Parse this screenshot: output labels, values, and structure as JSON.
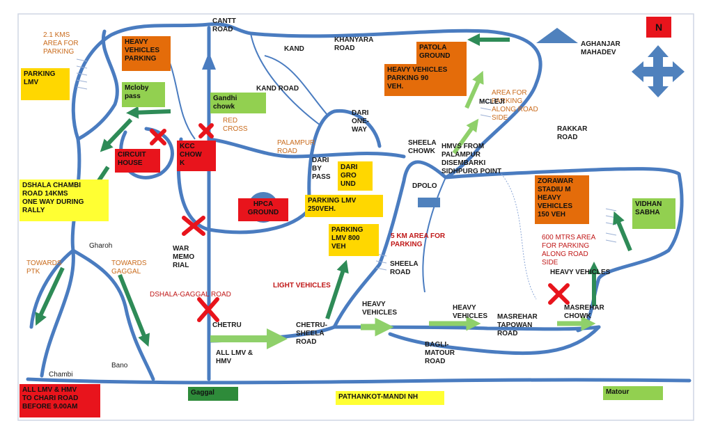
{
  "compass": {
    "north_label": "N"
  },
  "labels": {
    "cantt_road": "CANTT\nROAD",
    "kms_area": "2.1 KMS\nAREA FOR\nPARKING",
    "khanyara_road": "KHANYARA\nROAD",
    "kand": "KAND",
    "kand_road": "KAND ROAD",
    "aghanjar": "AGHANJAR\nMAHADEV",
    "red_cross": "RED\nCROSS",
    "palampur_road": "PALAMPUR\nROAD",
    "dari_one_way": "DARI\nONE-\nWAY",
    "sheela_chowk": "SHEELA\nCHOWK",
    "area_parking_road": "AREA FOR\nPARKING\nALONG ROAD\nSIDE",
    "mcleji": "MCLEJI",
    "rakkar_road": "RAKKAR\nROAD",
    "hmvs_from": "HMVS FROM\nPALAMPUR\nDISEMBARKI\nSIDHPURG POINT",
    "dari_bypass": "DARI\nBY\nPASS",
    "dpolo": "DPOLO",
    "five_km": "5 KM AREA FOR\nPARKING",
    "sheela_road": "SHEELA\nROAD",
    "six_hundred": "600 MTRS AREA\nFOR PARKING\nALONG ROAD\nSIDE",
    "heavy_vehicles_r": "HEAVY VEHICLES",
    "gharoh": "Gharoh",
    "war_memorial": "WAR\nMEMO\nRIAL",
    "towards_ptk": "TOWARDS\nPTK",
    "towards_gaggal": "TOWARDS\nGAGGAL",
    "dshala_gaggal": "DSHALA-GAGGAL ROAD",
    "light_vehicles": "LIGHT VEHICLES",
    "chetru": "CHETRU",
    "chetru_sheela": "CHETRU-\nSHEELA\nROAD",
    "heavy_vehicles_1": "HEAVY\nVEHICLES",
    "heavy_vehicles_2": "HEAVY\nVEHICLES",
    "masrehar_tapowan": "MASREHAR\nTAPOWAN\nROAD",
    "masrehar_chowk": "MASREHAR\nCHOWK",
    "all_lmv_hmv": "ALL LMV &\nHMV",
    "bagli_matour": "BAGLI-\nMATOUR\nROAD",
    "chambi": "Chambi",
    "bano": "Bano"
  },
  "boxes": {
    "heavy_parking": "HEAVY\nVEHICLES\nPARKING",
    "parking_lmv": "PARKING\nLMV",
    "mcloby_pass": "Mcloby\npass",
    "gandhi_chowk": "Gandhi\nchowk",
    "patola_ground": "PATOLA\nGROUND",
    "heavy_parking_90": "HEAVY VEHICLES\nPARKING 90\nVEH.",
    "circuit_house": "CIRCUIT\nHOUSE",
    "kcc_chowk": "KCC\nCHOW\nK",
    "dari_ground": "DARI\nGRO\nUND",
    "parking_lmv_250": "PARKING LMV\n250VEH.",
    "dshala_chambi": "DSHALA CHAMBI\nROAD 14KMS\nONE WAY DURING\nRALLY",
    "hpca_ground": "HPCA\nGROUND",
    "parking_lmv_800": "PARKING\nLMV 800\nVEH",
    "zorawar": "ZORAWAR\nSTADIU M\nHEAVY\nVEHICLES\n150 VEH",
    "vidhan_sabha": "VIDHAN\nSABHA",
    "all_lmv_hmv_chari": "ALL LMV & HMV\nTO CHARI ROAD\nBEFORE 9.00AM",
    "gaggal": "Gaggal",
    "pathankot": "PATHANKOT-MANDI NH",
    "matour": "Matour"
  },
  "colors": {
    "road": "#4a7cc0",
    "thin_road": "#5b8fd0",
    "arrow_green_dark": "#2e8b57",
    "arrow_green_light": "#8fd06a",
    "cross_red": "#e8141c",
    "compass_blue": "#4f81bd"
  }
}
